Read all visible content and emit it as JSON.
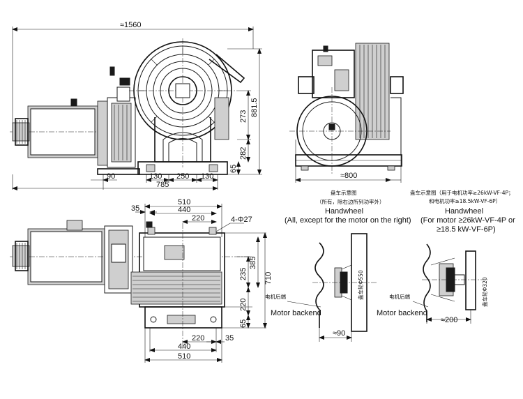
{
  "front_view": {
    "dims": {
      "overall_width": "≈1560",
      "height_total": "881.5",
      "height_273": "273",
      "height_282": "282",
      "height_65": "65",
      "w_90": "90",
      "w_130_left": "130",
      "w_250": "250",
      "w_130_right": "130",
      "w_785": "785"
    }
  },
  "side_view": {
    "dims": {
      "width_800": "≈800"
    }
  },
  "plan_view": {
    "dims": {
      "top_510": "510",
      "top_35": "35",
      "top_440": "440",
      "top_220": "220",
      "holes": "4-Φ27",
      "v_235": "235",
      "v_385": "385",
      "v_710": "710",
      "v_220": "220",
      "v_65": "65",
      "bot_220": "220",
      "bot_35": "35",
      "bot_440": "440",
      "bot_510": "510"
    }
  },
  "handwheel_a": {
    "caption_cn_1": "盘车示意图",
    "caption_cn_2": "（所有，除右边所列功率外）",
    "title_en": "Handwheel",
    "subtitle_en": "(All, except for the motor on the right)",
    "label_cn": "电机后端",
    "label_en": "Motor backend",
    "diameter": "盘车轮Φ550",
    "offset": "≈90"
  },
  "handwheel_b": {
    "caption_cn_1": "盘车示意图（用于电机功率≥26kW-VF-4P；",
    "caption_cn_2": "和电机功率≥18.5kW-VF-6P）",
    "title_en": "Handwheel",
    "subtitle_en_1": "(For motor ≥26kW-VF-4P or",
    "subtitle_en_2": "≥18.5 kW-VF-6P)",
    "label_cn": "电机后端",
    "label_en": "Motor backend",
    "diameter": "盘车轮Φ320",
    "offset": "≈200"
  }
}
